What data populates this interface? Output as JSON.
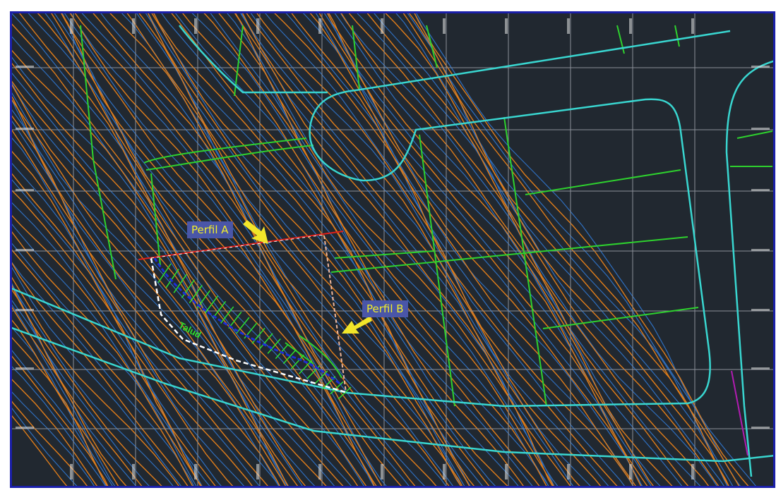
{
  "map": {
    "labels": {
      "profile_a": "Perfil A",
      "profile_b": "Perfil B",
      "zone": "Talud"
    },
    "colors": {
      "background": "#212830",
      "grid": "#8a8f98",
      "contour_major": "#e07d1a",
      "contour_minor": "#2f6fbf",
      "road_edge": "#39d6d0",
      "lot_line": "#2ed12e",
      "section_line_a": "#e0201a",
      "section_line_b": "#f0b79a",
      "hatch": "#2ee02e",
      "callout_bg": "#4a56a8",
      "callout_text": "#f2ee2a",
      "arrow": "#f2e62a",
      "frame": "#1a1fa8",
      "utility_line": "#b01cb0"
    },
    "icons": [
      "arrow-icon",
      "arrow-icon"
    ]
  }
}
